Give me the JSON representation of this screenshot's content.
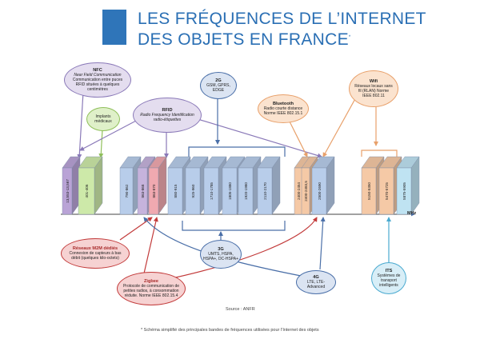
{
  "header": {
    "title_line1": "LES FRÉQUENCES DE L’INTERNET",
    "title_line2": "DES OBJETS EN FRANCE",
    "title_mark": "*"
  },
  "axis_unit": "MHz",
  "bands": [
    {
      "label": "13,553-13,567",
      "color": "#b9a3d6"
    },
    {
      "label": "401-406",
      "color": "#cde9a9"
    },
    {
      "label": "790-862",
      "color": "#b8cdea"
    },
    {
      "label": "863-868",
      "color": "#c6b3dc"
    },
    {
      "label": "863-870",
      "color": "#f0a9b0"
    },
    {
      "label": "880-915",
      "color": "#b8cdea"
    },
    {
      "label": "925-960",
      "color": "#b8cdea"
    },
    {
      "label": "1710-1785",
      "color": "#b8cdea"
    },
    {
      "label": "1805-1880",
      "color": "#b8cdea"
    },
    {
      "label": "1920-1980",
      "color": "#b8cdea"
    },
    {
      "label": "2110-2170",
      "color": "#b8cdea"
    },
    {
      "label": "2400-2454",
      "color": "#f5c9a6"
    },
    {
      "label": "2400-2483,5",
      "color": "#f5c9a6"
    },
    {
      "label": "2500-2690",
      "color": "#b8cdea"
    },
    {
      "label": "5150-5350",
      "color": "#f5c9a6"
    },
    {
      "label": "5470-5725",
      "color": "#f5c9a6"
    },
    {
      "label": "5875-5905",
      "color": "#bfe3f2"
    }
  ],
  "bubbles": {
    "nfc": {
      "title": "NFC",
      "subtitle": "Near Field Communication",
      "desc": "Communication entre puces RFID situées à quelques centimètres"
    },
    "implants": {
      "title": "Implants médicaux"
    },
    "rfid": {
      "title": "RFID",
      "subtitle": "Radio Frequency Identification",
      "desc": "radio-étiquettes"
    },
    "g2": {
      "title": "2G",
      "desc": "GSM, GPRS, EDGE"
    },
    "bluetooth": {
      "title": "Bluetooth",
      "desc": "Radio courte distance Norme IEEE 802.15.1"
    },
    "wifi": {
      "title": "Wifi",
      "desc": "Réseaux locaux sans fil (RLAN) Norme IEEE 802.11"
    },
    "m2m": {
      "title": "Réseaux M2M dédiés",
      "desc": "Connexion de capteurs à bas débit (quelques kilo-octets)"
    },
    "zigbee": {
      "title": "Zigbee",
      "desc": "Protocole de communication de petites radios, à consommation réduite. Norme IEEE 802.15.4"
    },
    "g3": {
      "title": "3G",
      "desc": "UMTS, HSPA, HSPA+, DC-HSPA+"
    },
    "g4": {
      "title": "4G",
      "desc": "LTE, LTE-Advanced"
    },
    "its": {
      "title": "ITS",
      "desc": "Systèmes de transport intelligents"
    }
  },
  "footer": {
    "source": "Source : ANFR",
    "note": "* Schéma simplifié des principales bandes de fréquences utilisées pour l’Internet des objets"
  },
  "colors": {
    "title_blue": "#2a6fb4",
    "arrow_purple": "#8a79b8",
    "arrow_orange": "#e8a06a",
    "arrow_blue": "#4a6fa8",
    "arrow_green": "#8fbf5a",
    "arrow_red": "#c23a3a",
    "arrow_cyan": "#4aaad0"
  }
}
